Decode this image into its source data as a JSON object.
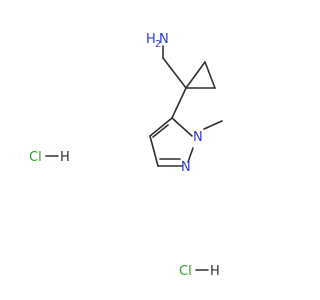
{
  "molecule": {
    "atoms": {
      "amine": {
        "element": "N",
        "hydrogens": "H",
        "h_count": "2"
      },
      "ring_n_methyl": {
        "element": "N"
      },
      "ring_n": {
        "element": "N"
      }
    },
    "salts": [
      {
        "text": "Cl",
        "h": "H"
      },
      {
        "text": "Cl",
        "h": "H"
      }
    ]
  },
  "colors": {
    "bond": "#2f2f2f",
    "nitrogen": "#2b3bd6",
    "chlorine": "#2f9e2f"
  }
}
